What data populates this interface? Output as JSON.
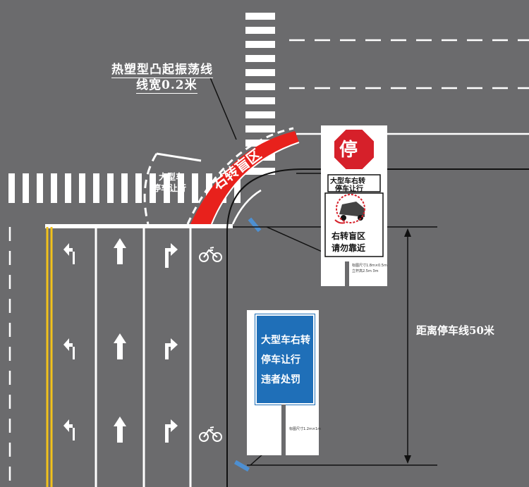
{
  "annotations": {
    "rumble_line_title": "热塑型凸起振荡线",
    "rumble_line_width": "线宽0.2米",
    "distance": "距离停车线50米"
  },
  "road_markings": {
    "blind_zone": "右转盲区",
    "truck_wait_line1": "大型车",
    "truck_wait_line2": "停车让行"
  },
  "sign_stop": {
    "octagon": "停",
    "plate_line1": "大型车右转",
    "plate_line2": "停车让行",
    "notice_line1": "右转盲区",
    "notice_line2": "请勿靠近",
    "size_note_line1": "标图尺寸1.8m×0.5m",
    "size_note_line2": "立杆高2.5m 3m"
  },
  "sign_blue": {
    "line1": "大型车右转",
    "line2": "停车让行",
    "line3": "违者处罚",
    "size_note": "标图尺寸1.2m×1m"
  },
  "colors": {
    "road": "#6b6b6d",
    "marking": "#ffffff",
    "centerline": "#f2c21b",
    "blind_zone": "#e8211c",
    "stop_red": "#d6202a",
    "sign_blue": "#1f6fb8",
    "leader": "#111111"
  }
}
